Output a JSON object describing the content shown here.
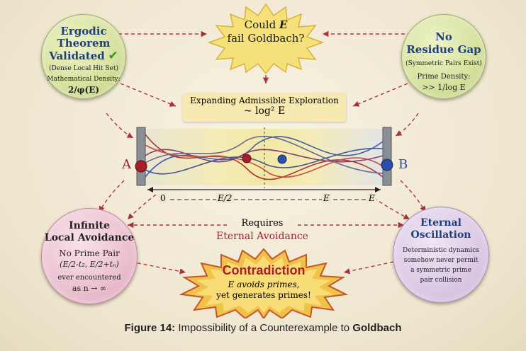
{
  "question": {
    "line1": "Could ",
    "var": "E",
    "line2": "fail Goldbach?"
  },
  "ergodic": {
    "title1": "Ergodic",
    "title2": "Theorem",
    "title3": "Validated",
    "check": "✔",
    "sub": "(Dense Local Hit Set)",
    "density_label": "Mathematical Density:",
    "density_value": "2/φ(E)"
  },
  "residue": {
    "title1": "No",
    "title2": "Residue Gap",
    "sub": "(Symmetric Pairs Exist)",
    "density_label": "Prime Density:",
    "density_value": ">> 1/log E"
  },
  "exploration": {
    "line1": "Expanding Admissible Exploration",
    "line2": "~ log² E"
  },
  "endpoints": {
    "left": "A",
    "right": "B"
  },
  "axis": {
    "zero": "0",
    "half": "E/2",
    "e_mid": "E",
    "e_end": "E"
  },
  "avoidance": {
    "title1": "Infinite",
    "title2": "Local Avoidance",
    "line1": "No Prime Pair",
    "pair": "(E/2-t₂, E/2+tₙ)",
    "line2": "ever encountered",
    "line3": "as n → ∞"
  },
  "requires": {
    "line1": "Requires",
    "line2": "Eternal Avoidance"
  },
  "oscillation": {
    "title1": "Eternal",
    "title2": "Oscillation",
    "line1": "Deterministic dynamics",
    "line2": "somehow never permit",
    "line3": "a symmetric prime",
    "line4": "pair collision"
  },
  "contradiction": {
    "title": "Contradiction",
    "line1": "E avoids primes,",
    "line2": "yet generates primes!"
  },
  "caption": {
    "prefix": "Figure 14:",
    "body": " Impossibility of a Counterexample to ",
    "suffix": "Goldbach"
  },
  "colors": {
    "arrow": "#a8323c",
    "accent_red": "#a81e28",
    "accent_blue": "#2a4fa8",
    "title_blue": "#1f3f7a"
  }
}
